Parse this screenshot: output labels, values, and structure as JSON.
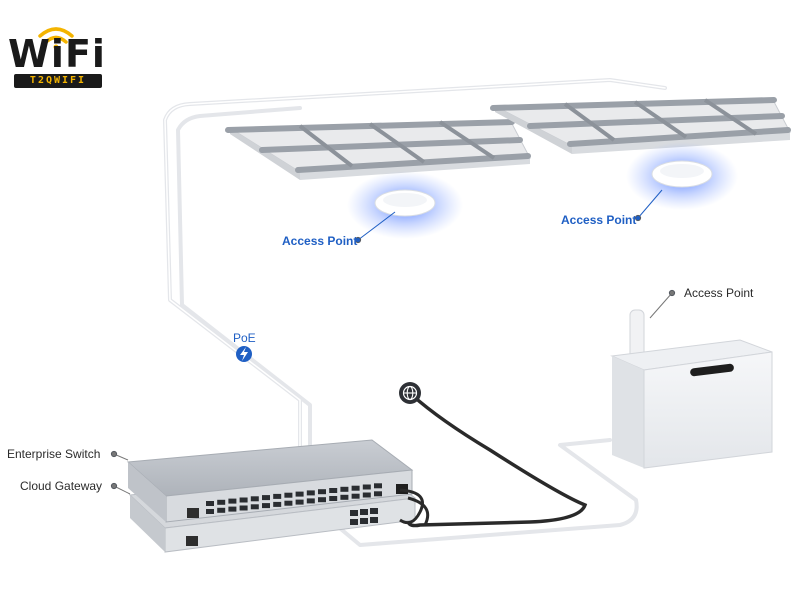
{
  "logo": {
    "word": "WiFi",
    "tagline": "T2QWIFI",
    "accent_color": "#f4b400"
  },
  "labels": {
    "access_point_1": "Access Point",
    "access_point_2": "Access Point",
    "access_point_3": "Access Point",
    "poe": "PoE",
    "enterprise_switch": "Enterprise Switch",
    "cloud_gateway": "Cloud Gateway"
  },
  "icons": {
    "poe": "lightning-bolt-icon",
    "internet": "globe-icon"
  },
  "colors": {
    "label_blue": "#1f5fc4",
    "ap_glow": "#3a6cff",
    "cable_dark": "#2a2a2a",
    "cable_light": "#e4e6ea"
  }
}
